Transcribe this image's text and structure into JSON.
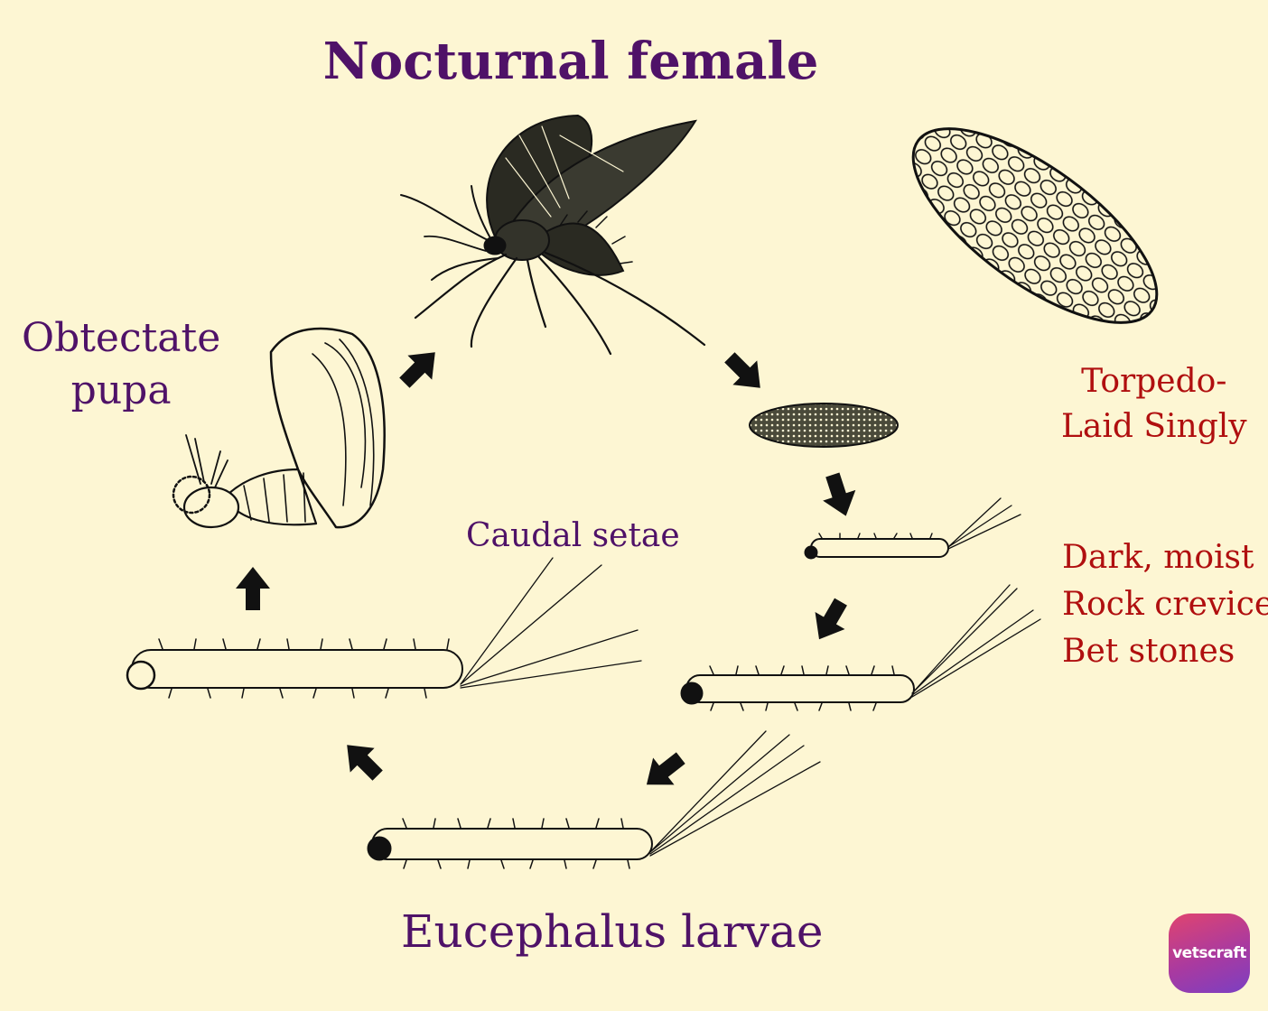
{
  "title": "Nocturnal female",
  "pupa": {
    "line1": "Obtectate",
    "line2": "pupa"
  },
  "egg": {
    "line1": "Torpedo-",
    "line2": "Laid Singly"
  },
  "habitat": {
    "line1": "Dark, moist",
    "line2": "Rock crevices",
    "line3": "Bet stones"
  },
  "caudal_label": "Caudal setae",
  "larvae_label": "Eucephalus larvae",
  "logo_text": "vetscraft",
  "colors": {
    "background": "#fdf6d3",
    "heading_purple": "#4f1268",
    "note_red": "#b00f0f",
    "ink": "#111111"
  },
  "icons": [
    "sandfly-icon",
    "egg-mass-icon",
    "egg-icon",
    "larva-icon",
    "pupa-icon",
    "arrow-icon"
  ]
}
